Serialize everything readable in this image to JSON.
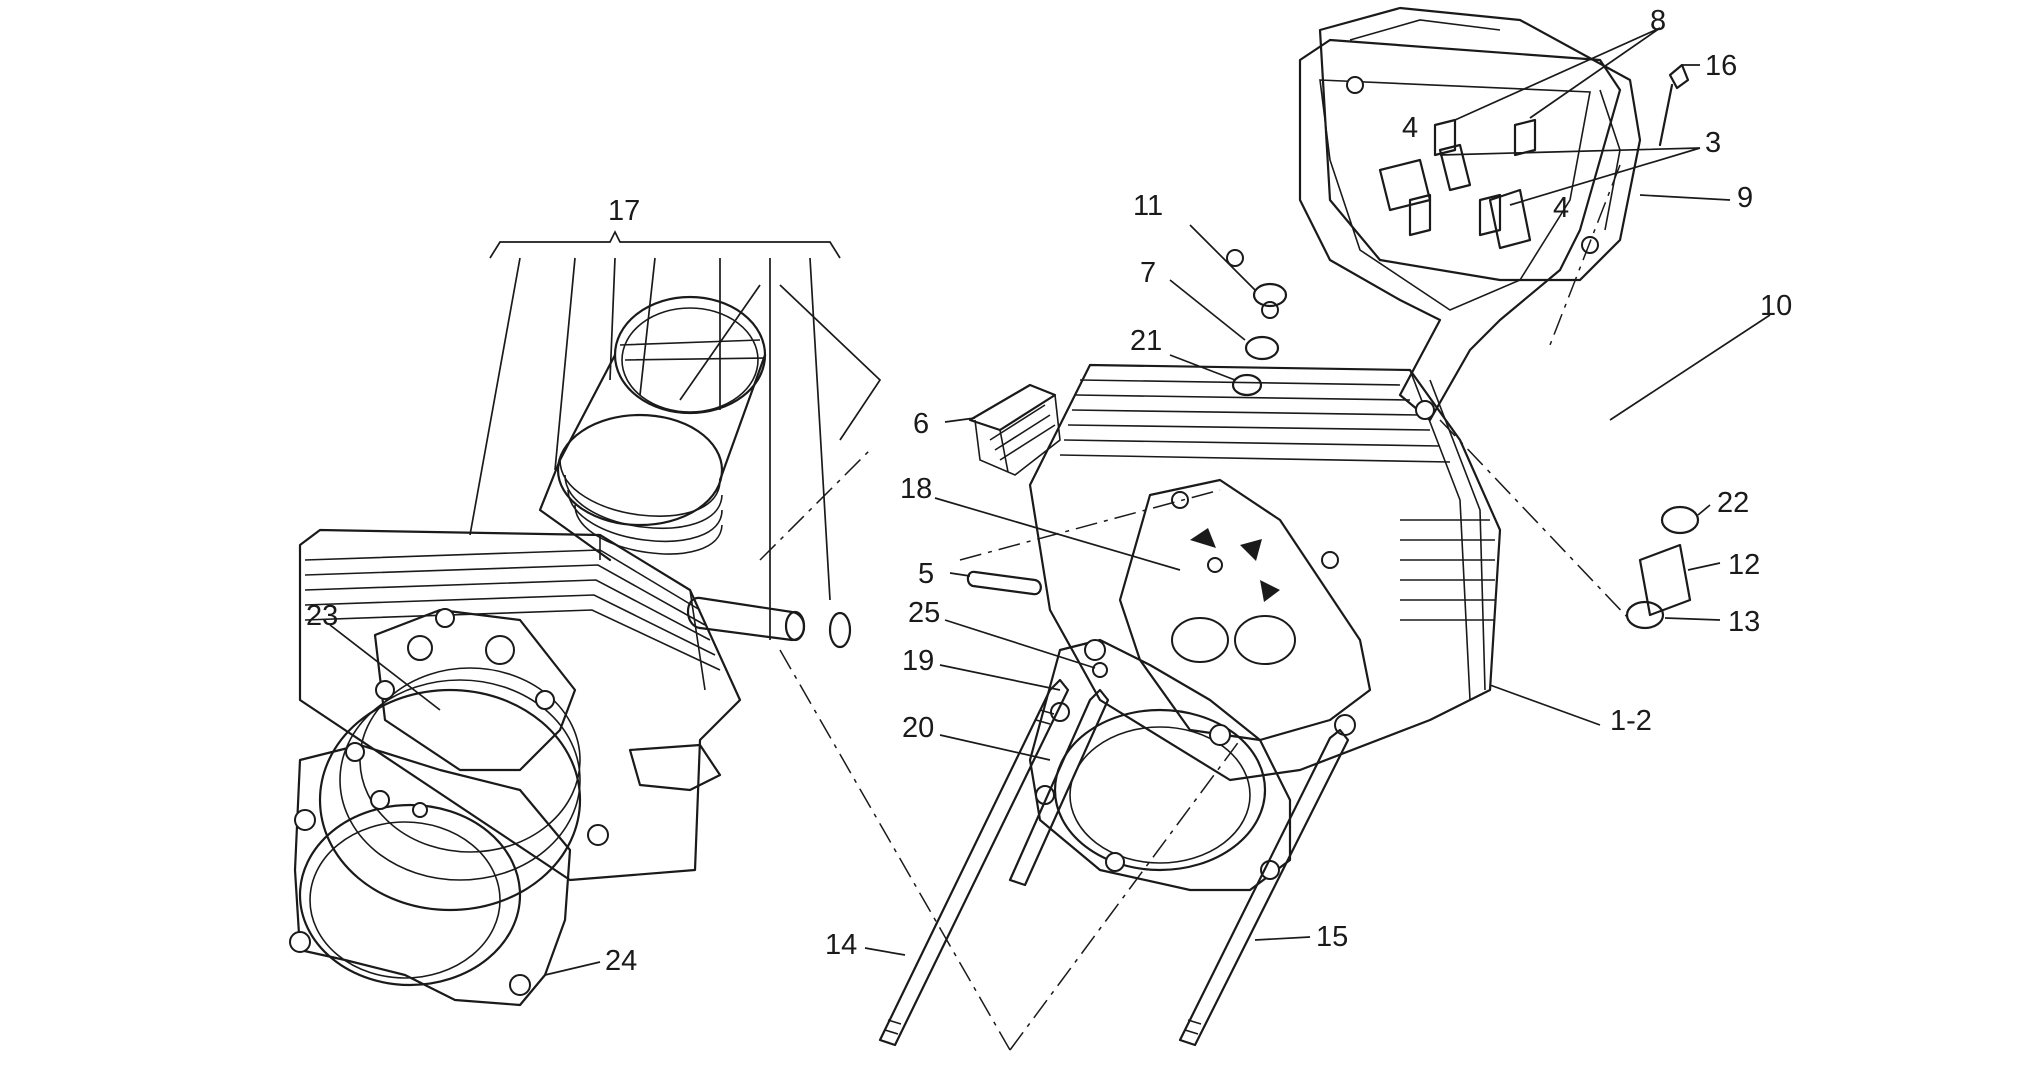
{
  "diagram": {
    "colors": {
      "ink": "#1a1a1a",
      "paper": "#ffffff"
    },
    "callouts": [
      {
        "id": "c8",
        "text": "8"
      },
      {
        "id": "c16",
        "text": "16"
      },
      {
        "id": "c4a",
        "text": "4"
      },
      {
        "id": "c3",
        "text": "3"
      },
      {
        "id": "c4b",
        "text": "4"
      },
      {
        "id": "c9",
        "text": "9"
      },
      {
        "id": "c17",
        "text": "17"
      },
      {
        "id": "c11",
        "text": "11"
      },
      {
        "id": "c7",
        "text": "7"
      },
      {
        "id": "c10",
        "text": "10"
      },
      {
        "id": "c21",
        "text": "21"
      },
      {
        "id": "c6",
        "text": "6"
      },
      {
        "id": "c22",
        "text": "22"
      },
      {
        "id": "c18",
        "text": "18"
      },
      {
        "id": "c12",
        "text": "12"
      },
      {
        "id": "c5",
        "text": "5"
      },
      {
        "id": "c13",
        "text": "13"
      },
      {
        "id": "c25",
        "text": "25"
      },
      {
        "id": "c23",
        "text": "23"
      },
      {
        "id": "c19",
        "text": "19"
      },
      {
        "id": "c1-2",
        "text": "1-2"
      },
      {
        "id": "c20",
        "text": "20"
      },
      {
        "id": "c15",
        "text": "15"
      },
      {
        "id": "c14",
        "text": "14"
      },
      {
        "id": "c24",
        "text": "24"
      }
    ]
  }
}
